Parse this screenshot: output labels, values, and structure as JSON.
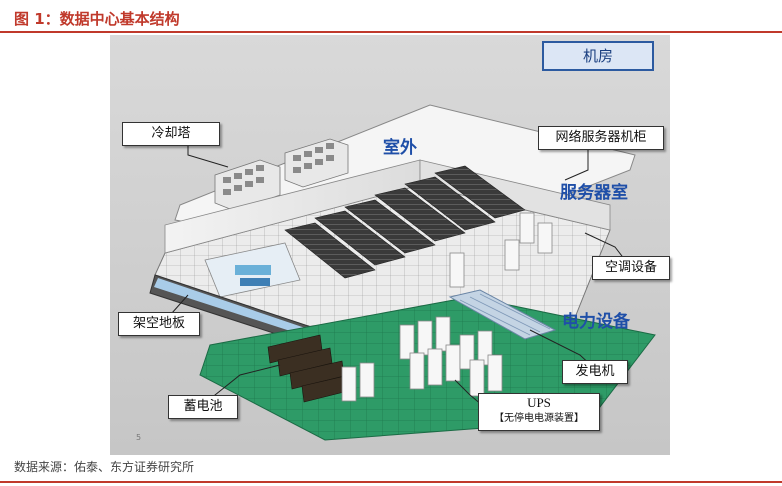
{
  "figure": {
    "title": "图 1：数据中心基本结构",
    "source": "数据来源：佑泰、东方证券研究所"
  },
  "diagram": {
    "title": "机房",
    "labels": {
      "cooling_tower": "冷却塔",
      "outdoor": "室外",
      "rack": "网络服务器机柜",
      "server_room": "服务器室",
      "ac": "空调设备",
      "raised_floor": "架空地板",
      "power": "电力设备",
      "generator": "发电机",
      "ups": "UPS",
      "ups_note": "【无停电电源装置】",
      "battery": "蓄电池"
    },
    "page_number": "5"
  },
  "colors": {
    "accent": "#c0392b",
    "label_blue": "#1f4fa8",
    "floor_green": "#1f8a5a"
  }
}
